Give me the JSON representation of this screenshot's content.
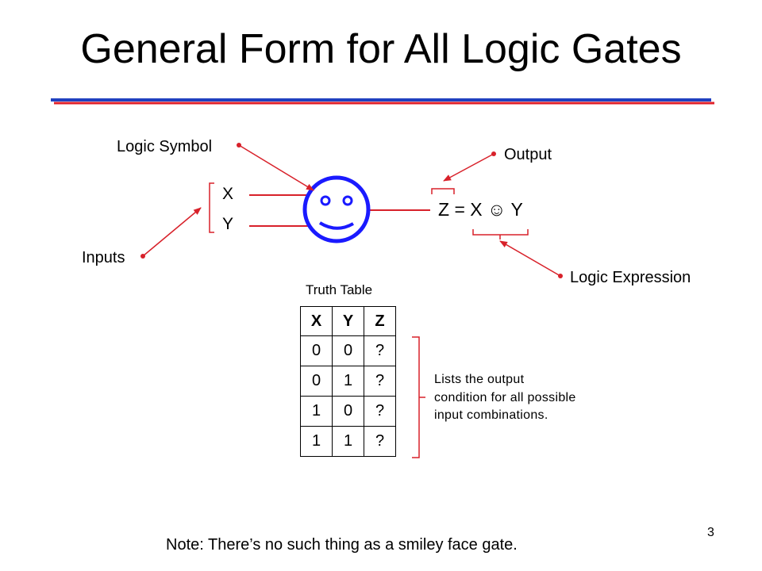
{
  "slide": {
    "title": "General Form for All Logic Gates",
    "page_number": "3",
    "note": "Note: There’s no such thing as a smiley face gate."
  },
  "diagram": {
    "labels": {
      "logic_symbol": "Logic Symbol",
      "output": "Output",
      "inputs": "Inputs",
      "logic_expression": "Logic Expression"
    },
    "input_x": "X",
    "input_y": "Y",
    "expression": "Z = X ☺ Y",
    "colors": {
      "gate": "#1a1aff",
      "wire": "#d8212a",
      "title_rule_blue": "#2040c0",
      "title_rule_red": "#e0202a"
    }
  },
  "truth_table": {
    "title": "Truth Table",
    "headers": [
      "X",
      "Y",
      "Z"
    ],
    "rows": [
      [
        "0",
        "0",
        "?"
      ],
      [
        "0",
        "1",
        "?"
      ],
      [
        "1",
        "0",
        "?"
      ],
      [
        "1",
        "1",
        "?"
      ]
    ],
    "description": "Lists the output condition for all possible input combinations."
  }
}
